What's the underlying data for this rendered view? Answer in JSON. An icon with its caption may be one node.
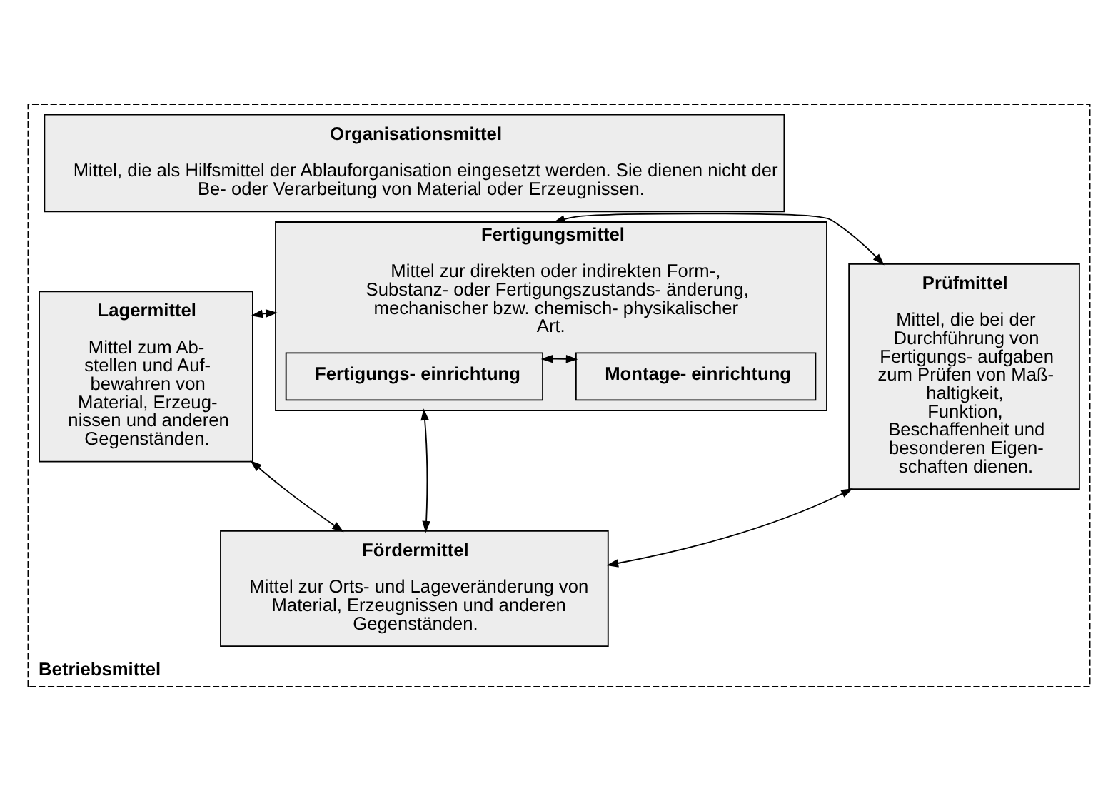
{
  "diagram": {
    "nodes": [
      {
        "text": [
          "Betriebsmittel"
        ]
      },
      {
        "text": [
          "Organisationsmittel",
          "Mittel, die als Hilfsmittel der Ablauforganisation eingesetzt werden. Sie dienen nicht der Be- oder Verarbeitung von Material oder Erzeugnissen."
        ],
        "in": 0
      },
      {
        "text": [
          "Lagermittel",
          "Mittel zum Ab- stellen und Auf- bewahren von Material, Erzeug- nissen und anderen Gegenständen."
        ],
        "in": 0
      },
      {
        "text": [
          "Fertigungsmittel",
          "Mittel zur direkten oder indirekten Form-, Substanz- oder Fertigungszustands- änderung, mechanischer bzw. chemisch- physikalischer Art."
        ],
        "in": 0
      },
      {
        "text": [
          "Fertigungs- einrichtung"
        ],
        "in": 3
      },
      {
        "text": [
          "Montage- einrichtung"
        ],
        "in": 3
      },
      {
        "text": [
          "Prüfmittel",
          "Mittel, die bei der Durchführung von Fertigungs- aufgaben zum Prüfen von Maß- haltigkeit, Funktion, Beschaffenheit und besonderen Eigen- schaften dienen."
        ],
        "in": 0
      },
      {
        "text": [
          "Fördermittel",
          "Mittel zur Orts- und Lageveränderung von Material, Erzeugnissen und anderen Gegenständen."
        ],
        "in": 0
      }
    ],
    "edges": [
      {
        "from": 2,
        "to": 3,
        "arrow": "both"
      },
      {
        "from": 4,
        "to": 5,
        "arrow": "both"
      },
      {
        "from": 3,
        "to": 6,
        "arrow": "both"
      },
      {
        "from": 3,
        "to": 7,
        "arrow": "both"
      },
      {
        "from": 2,
        "to": 7,
        "arrow": "both"
      },
      {
        "from": 6,
        "to": 7,
        "arrow": "both"
      }
    ]
  }
}
